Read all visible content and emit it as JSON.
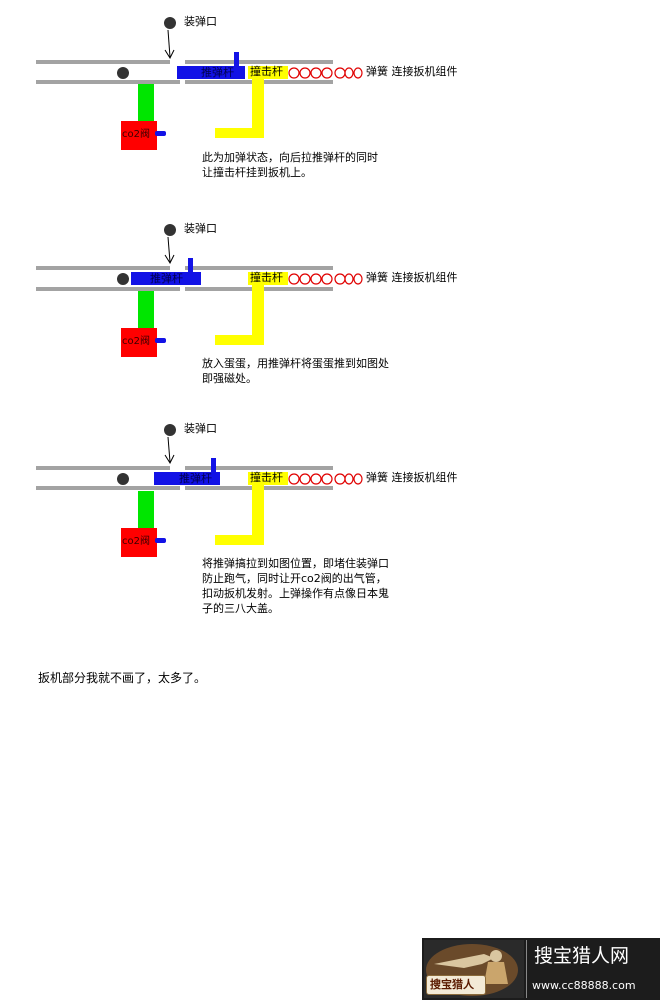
{
  "labels": {
    "loading_port": "装弹口",
    "push_rod": "推弹杆",
    "firing_pin": "撞击杆",
    "spring_assembly": "弹簧  连接扳机组件",
    "valve": "co2阀"
  },
  "steps": [
    {
      "caption_lines": [
        "此为加弹状态，向后拉推弹杆的同时",
        "让撞击杆挂到扳机上。"
      ]
    },
    {
      "caption_lines": [
        "放入蛋蛋，用推弹杆将蛋蛋推到如图处",
        "即强磁处。"
      ]
    },
    {
      "caption_lines": [
        "将推弹搞拉到如图位置，即堵住装弹口",
        "防止跑气，同时让开co2阀的出气管，",
        "扣动扳机发射。上弹操作有点像日本鬼",
        "子的三八大盖。"
      ]
    }
  ],
  "footnote": "扳机部分我就不画了，太多了。",
  "logo": {
    "badge_text": "搜宝猎人",
    "title": "搜宝猎人网",
    "url": "www.cc88888.com"
  },
  "colors": {
    "rail": "#a3a3a3",
    "push_rod": "#1212e6",
    "firing_pin": "#ffff00",
    "air_tube": "#00e600",
    "valve": "#ff0000",
    "spring": "#e00000"
  }
}
